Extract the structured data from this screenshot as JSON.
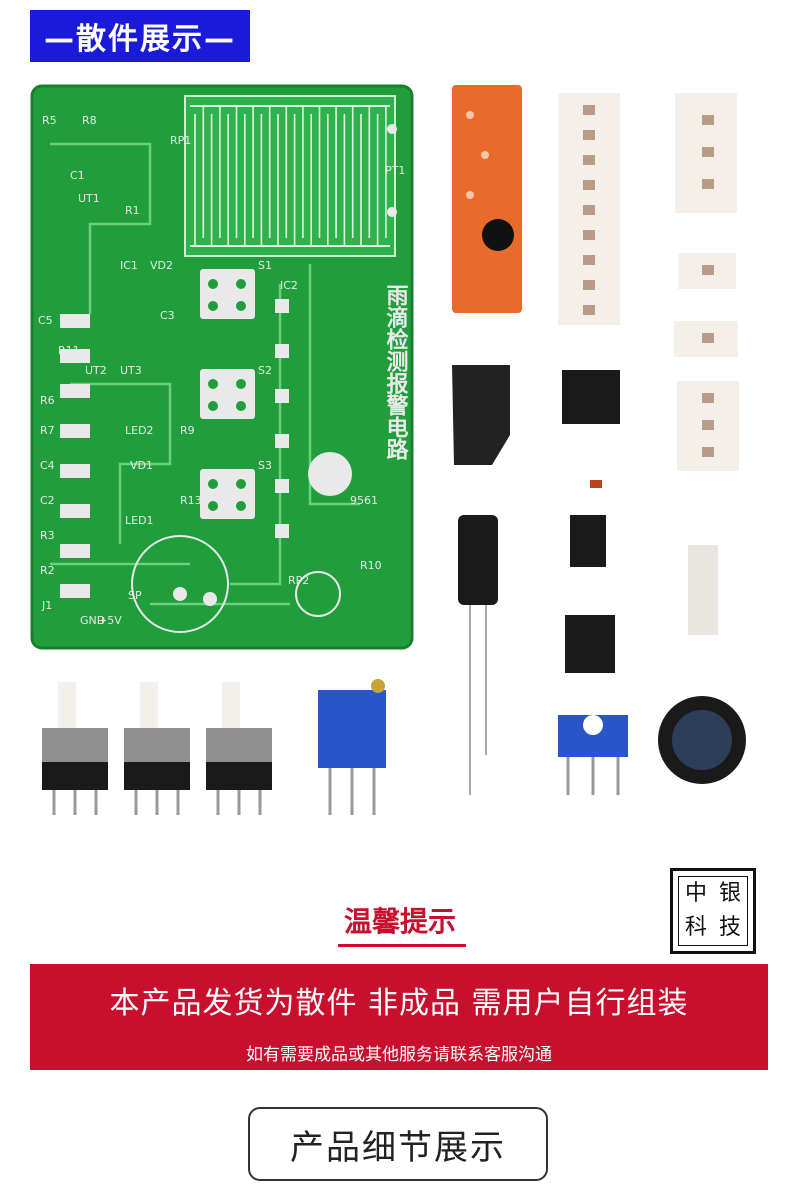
{
  "header": {
    "title": "—散件展示—"
  },
  "pcb": {
    "title_vertical": "雨滴检测报警电路",
    "labels": [
      "R5",
      "R8",
      "RP1",
      "C1",
      "R1",
      "UT1",
      "IC1",
      "VD2",
      "C3",
      "C5",
      "R11",
      "UT2",
      "UT3",
      "R6",
      "R7",
      "LED2",
      "R9",
      "C4",
      "VD1",
      "C2",
      "R3",
      "LED1",
      "R13",
      "R2",
      "J1",
      "GND",
      "+5V",
      "SP",
      "S1",
      "S2",
      "S3",
      "IC2",
      "PT1",
      "RP2",
      "R10",
      "9561"
    ]
  },
  "seal": {
    "chars": [
      "中",
      "银",
      "科",
      "技"
    ]
  },
  "tips": {
    "title": "温馨提示",
    "main": "本产品发货为散件 非成品 需用户自行组装",
    "sub": "如有需要成品或其他服务请联系客服沟通"
  },
  "section": {
    "title": "产品细节展示"
  },
  "colors": {
    "badge": "#1a1ad8",
    "notice": "#c8102e",
    "pcb": "#1f9e3b"
  }
}
